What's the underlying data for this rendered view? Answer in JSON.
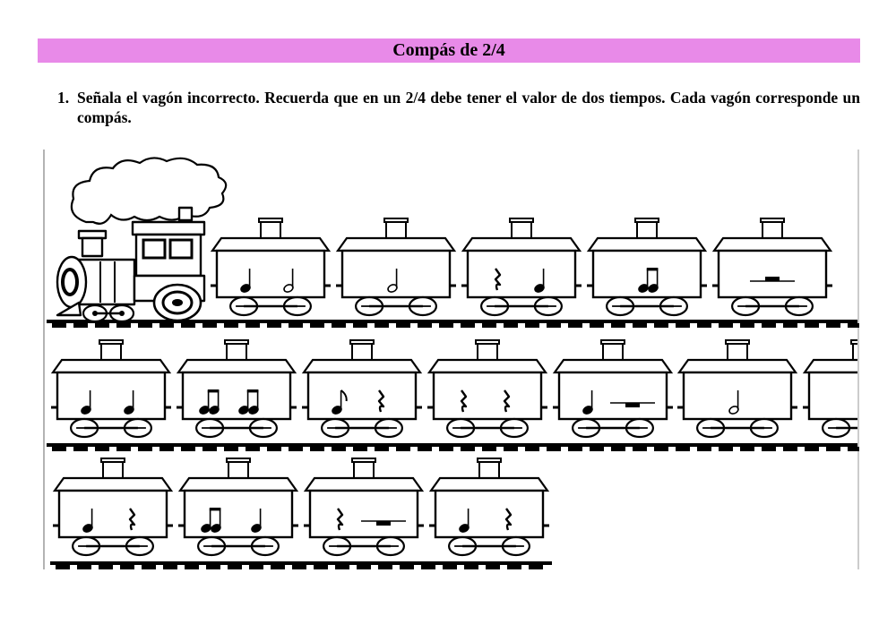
{
  "colors": {
    "title_bar": "#e88ae8",
    "ink": "#000000",
    "frame": "#9a9a9a"
  },
  "title": "Compás de 2/4",
  "instruction": {
    "number": "1.",
    "text": "Señala el vagón incorrecto. Recuerda que en un 2/4 debe tener el valor de dos tiempos. Cada vagón corresponde un compás."
  },
  "locomotive": {
    "icon": "steam-locomotive-icon"
  },
  "rows": [
    {
      "wagons": [
        {
          "figures": [
            "negra",
            "blanca"
          ]
        },
        {
          "figures": [
            "blanca"
          ]
        },
        {
          "figures": [
            "silencio-negra",
            "negra"
          ]
        },
        {
          "figures": [
            "dos-corcheas"
          ]
        },
        {
          "figures": [
            "silencio-redonda"
          ]
        }
      ]
    },
    {
      "wagons": [
        {
          "figures": [
            "negra",
            "negra"
          ]
        },
        {
          "figures": [
            "dos-corcheas",
            "dos-corcheas"
          ]
        },
        {
          "figures": [
            "corchea",
            "silencio-negra"
          ]
        },
        {
          "figures": [
            "silencio-negra",
            "silencio-negra"
          ]
        },
        {
          "figures": [
            "negra",
            "silencio-blanca"
          ]
        },
        {
          "figures": [
            "blanca"
          ]
        },
        {
          "figures": []
        }
      ]
    },
    {
      "wagons": [
        {
          "figures": [
            "negra",
            "silencio-negra"
          ]
        },
        {
          "figures": [
            "dos-corcheas",
            "negra"
          ]
        },
        {
          "figures": [
            "silencio-negra",
            "silencio-blanca"
          ]
        },
        {
          "figures": [
            "negra",
            "silencio-negra"
          ]
        }
      ]
    }
  ]
}
